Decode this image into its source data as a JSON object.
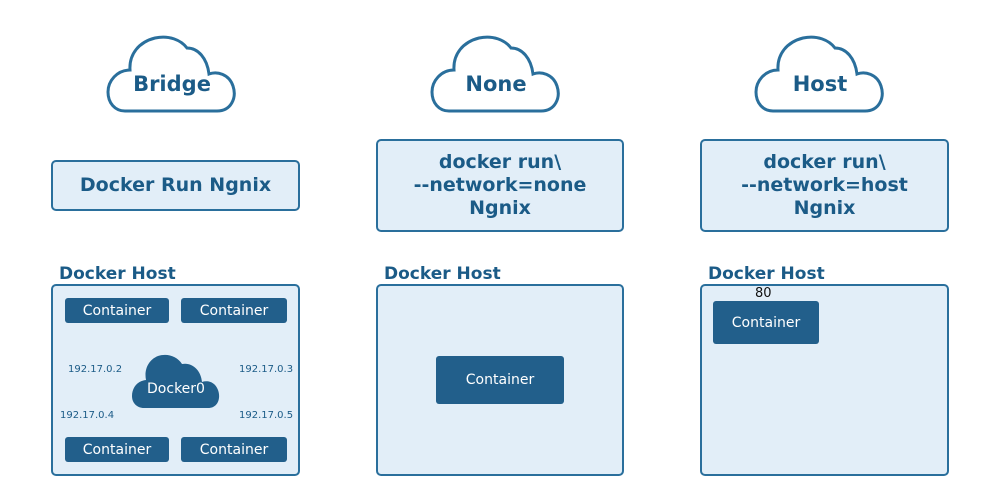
{
  "modes": [
    {
      "name": "Bridge",
      "command": [
        "Docker Run Ngnix"
      ],
      "host_title": "Docker Host",
      "hub": "Docker0",
      "containers": [
        "Container",
        "Container",
        "Container",
        "Container"
      ],
      "ips": [
        "192.17.0.2",
        "192.17.0.3",
        "192.17.0.4",
        "192.17.0.5"
      ]
    },
    {
      "name": "None",
      "command": [
        "docker run\\",
        "--network=none",
        "Ngnix"
      ],
      "host_title": "Docker Host",
      "containers": [
        "Container"
      ]
    },
    {
      "name": "Host",
      "command": [
        "docker run\\",
        "--network=host",
        "Ngnix"
      ],
      "host_title": "Docker Host",
      "containers": [
        "Container"
      ],
      "port": "80"
    }
  ],
  "colors": {
    "accent": "#1b5b87",
    "border": "#2a6f9c",
    "box_fill": "#e2eef8",
    "container_fill": "#225f8b"
  }
}
